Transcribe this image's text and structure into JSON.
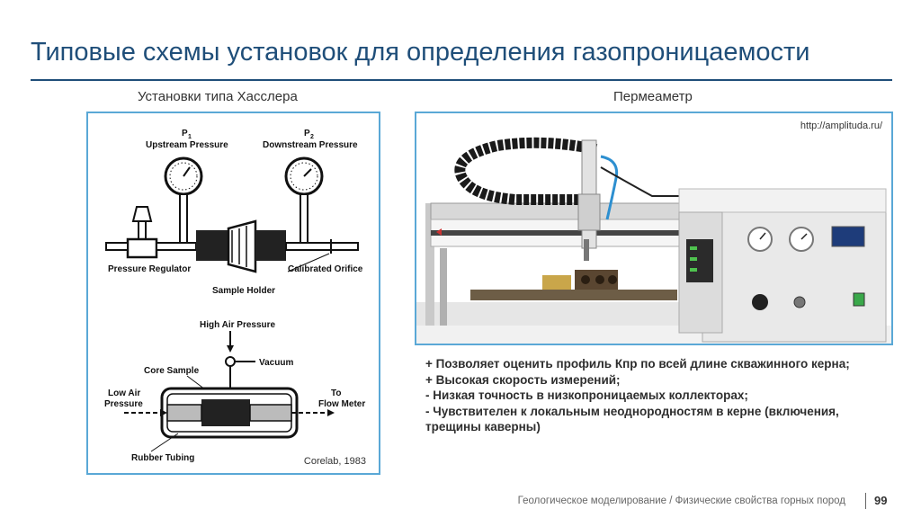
{
  "slide": {
    "title": "Типовые схемы установок для определения газопроницаемости",
    "footer_text": "Геологическое моделирование / Физические свойства горных пород",
    "page_number": "99"
  },
  "left": {
    "caption": "Установки типа Хасслера",
    "credit": "Corelab, 1983",
    "diagram_top": {
      "p1": "P",
      "p1_sub": "1",
      "upstream": "Upstream Pressure",
      "p2": "P",
      "p2_sub": "2",
      "downstream": "Downstream Pressure",
      "regulator": "Pressure Regulator",
      "orifice": "Calibrated Orifice",
      "holder": "Sample Holder"
    },
    "diagram_bottom": {
      "high_air": "High Air Pressure",
      "vacuum": "Vacuum",
      "core_sample": "Core Sample",
      "low_air_1": "Low Air",
      "low_air_2": "Pressure",
      "to": "To",
      "flow_meter": "Flow Meter",
      "rubber": "Rubber Tubing"
    }
  },
  "right": {
    "caption": "Пермеаметр",
    "credit": "http://amplituda.ru/",
    "bullets": [
      "+ Позволяет оценить профиль Кпр по всей длине скважинного керна;",
      "+ Высокая скорость измерений;",
      "- Низкая точность в низкопроницаемых коллекторах;",
      "- Чувствителен к локальным неоднородностям в керне (включения, трещины каверны)"
    ]
  }
}
